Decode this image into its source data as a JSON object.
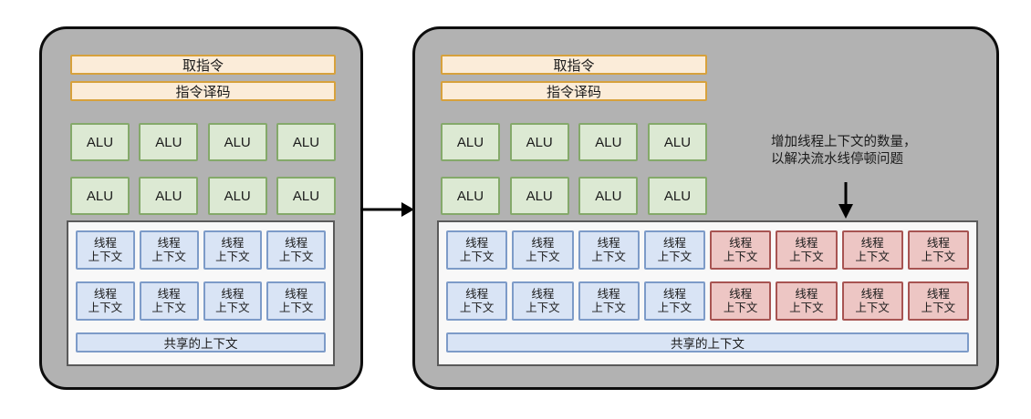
{
  "labels": {
    "fetch": "取指令",
    "decode": "指令译码",
    "alu": "ALU",
    "thread_line1": "线程",
    "thread_line2": "上下文",
    "shared": "共享的上下文"
  },
  "annotation": {
    "line1": "增加线程上下文的数量，",
    "line2": "以解决流水线停顿问题"
  },
  "colors": {
    "card_bg": "#b2b2b2",
    "card_border": "#0d0d0d",
    "fetch_fill": "#fbecd9",
    "fetch_border": "#d7a13c",
    "alu_fill": "#dce9d3",
    "alu_border": "#84a96a",
    "thread_fill": "#d9e4f5",
    "thread_border": "#7d9bc8",
    "thread_new_fill": "#edc6c4",
    "thread_new_border": "#a75452",
    "panel_fill": "#f8f8f8",
    "panel_border": "#5a5a5a",
    "arrow": "#000000"
  }
}
